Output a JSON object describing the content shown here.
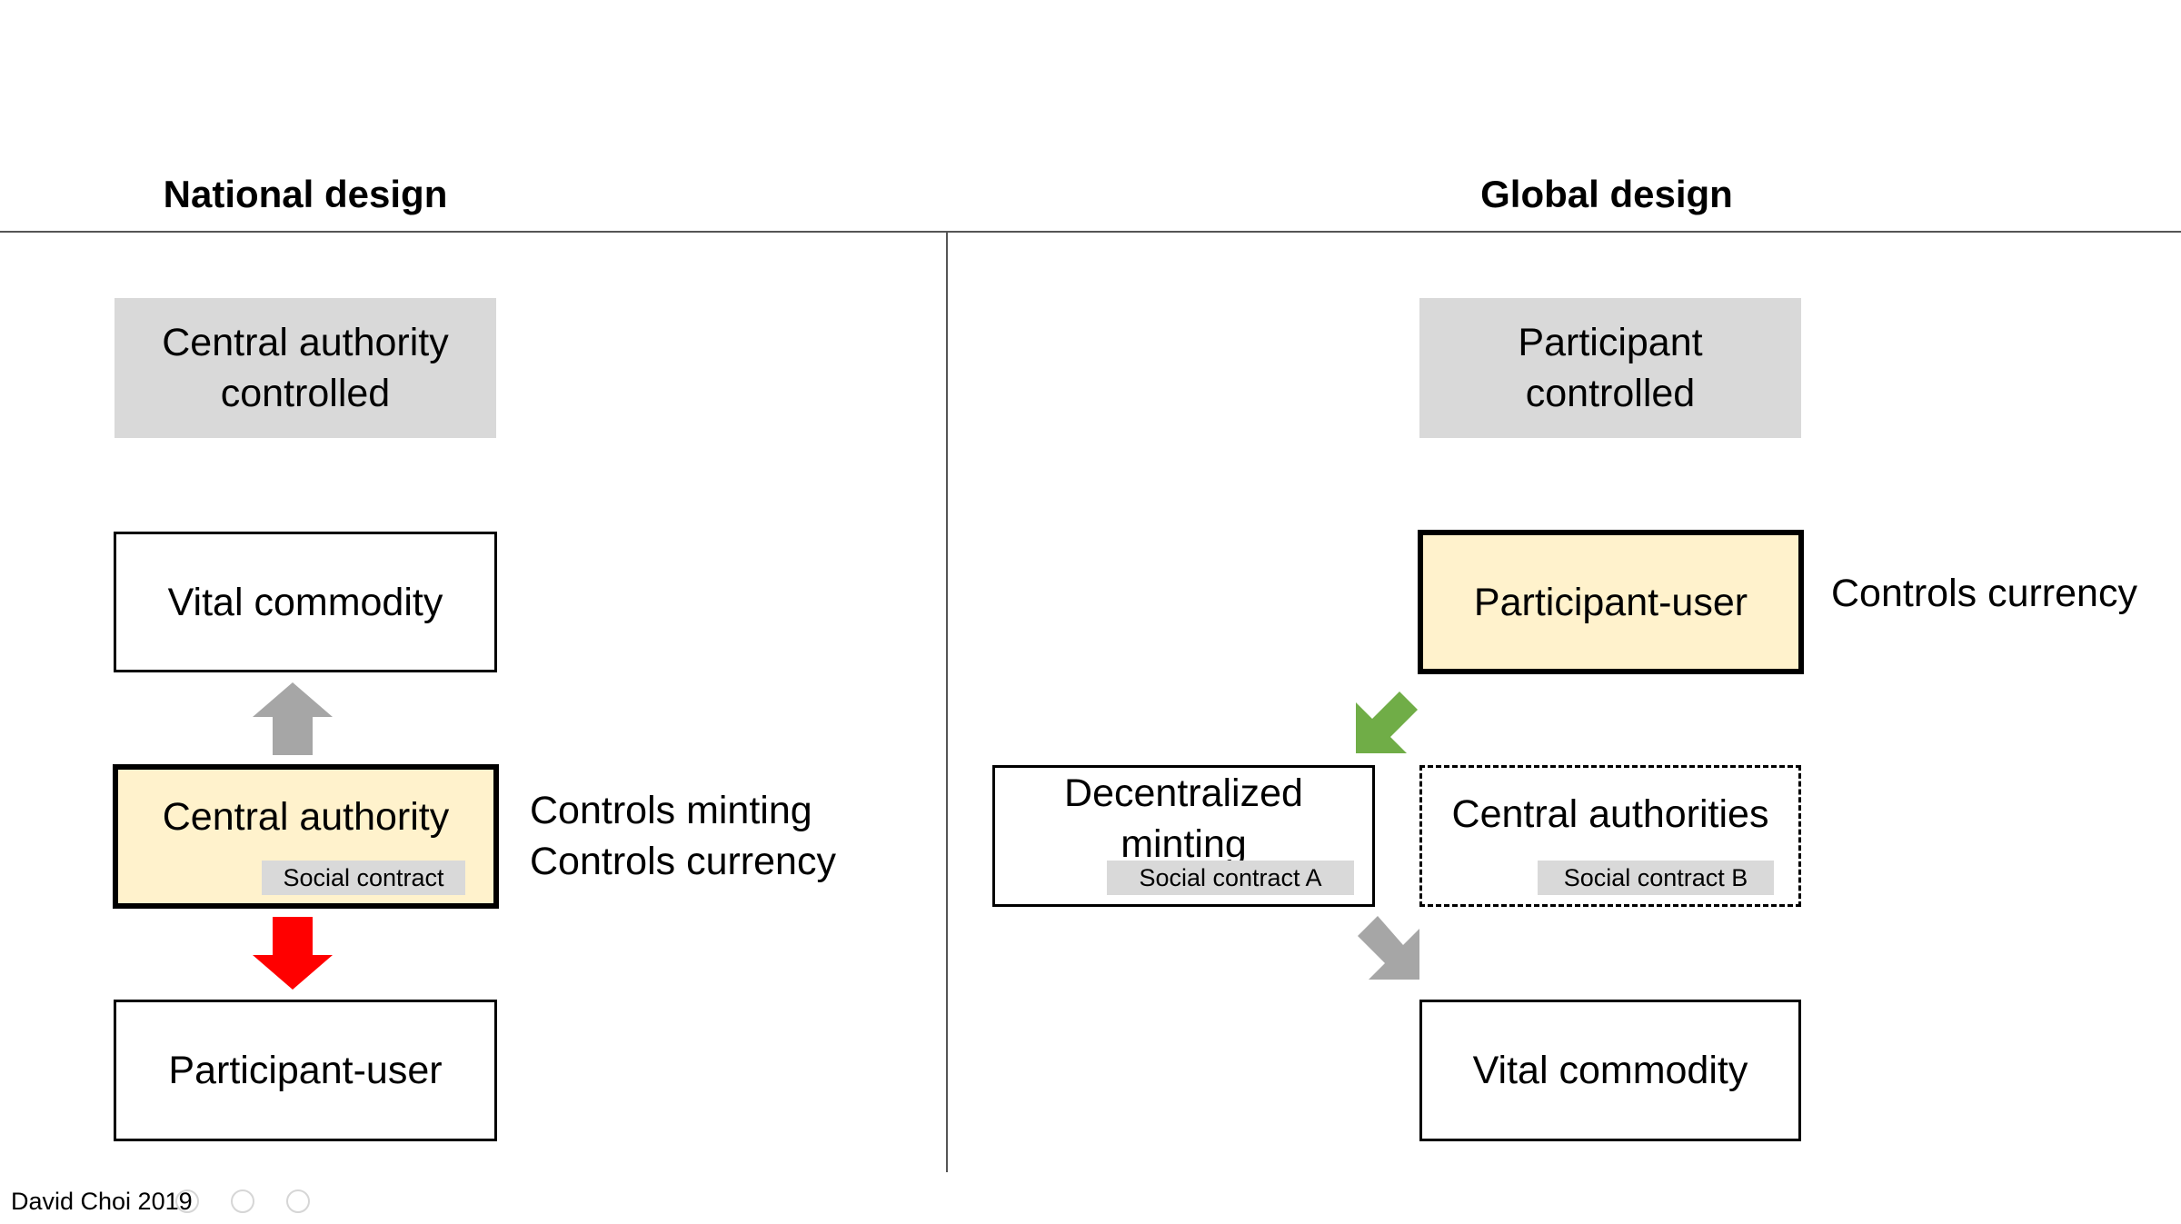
{
  "headings": {
    "national": "National design",
    "global": "Global design"
  },
  "national": {
    "top_box": [
      "Central authority",
      "controlled"
    ],
    "commodity": "Vital commodity",
    "authority": "Central authority",
    "authority_tag": "Social contract",
    "user": "Participant-user",
    "side_lines": [
      "Controls minting",
      "Controls currency"
    ]
  },
  "global": {
    "top_box": [
      "Participant",
      "controlled"
    ],
    "user": "Participant-user",
    "user_side": "Controls currency",
    "minting": [
      "Decentralized",
      "minting"
    ],
    "minting_tag": "Social contract A",
    "authorities": "Central authorities",
    "authorities_tag": "Social contract B",
    "commodity": "Vital commodity"
  },
  "arrows": {
    "up": "#a6a6a6",
    "down": "#ff0000",
    "green": "#70ad47",
    "grey": "#a6a6a6"
  },
  "footer": {
    "credit": "David Choi 2019"
  }
}
